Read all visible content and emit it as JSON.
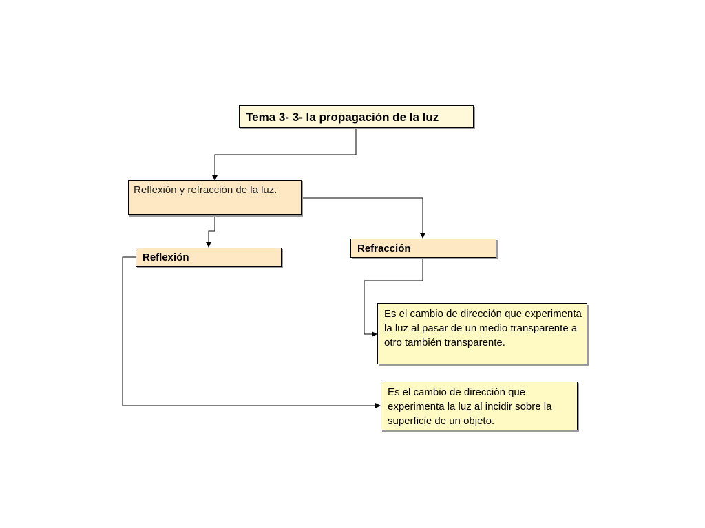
{
  "diagram": {
    "title": "Tema 3- 3- la propagación de la luz",
    "subtopic": "Reflexión y refracción de la luz.",
    "reflexion_label": "Reflexión",
    "refraccion_label": "Refracción",
    "refraccion_definition": "Es el cambio de dirección que experimenta la luz al pasar de un medio transparente a otro también transparente.",
    "reflexion_definition": "Es el cambio de dirección que experimenta la luz al incidir sobre la superficie de un objeto."
  },
  "colors": {
    "title_fill": "#fff9d9",
    "node_fill": "#fde8c3",
    "definition_fill": "#fff9c3",
    "border": "#000000",
    "connector": "#000000"
  }
}
